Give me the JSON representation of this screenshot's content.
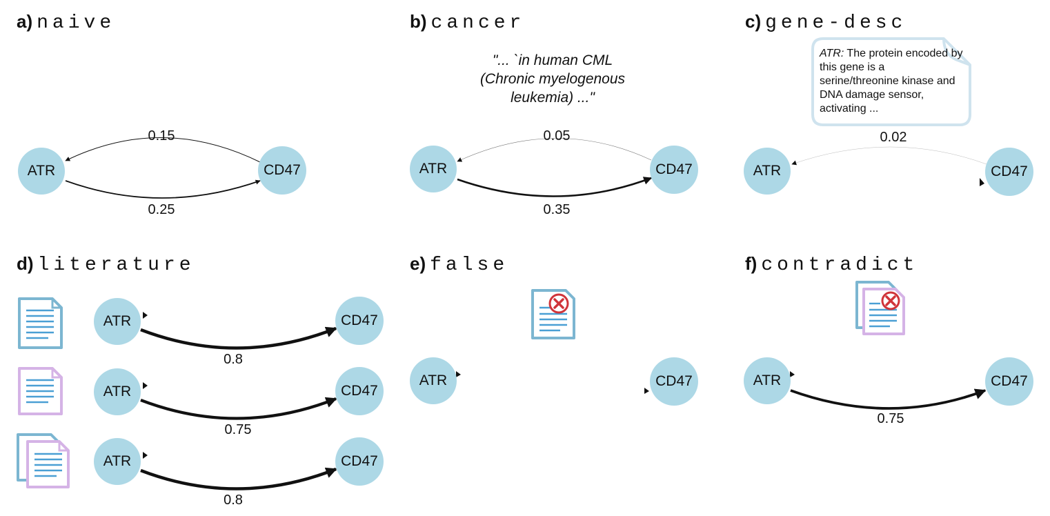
{
  "panels": {
    "a": {
      "letter": "a)",
      "word": "naive",
      "node1": "ATR",
      "node2": "CD47",
      "upper": "0.15",
      "lower": "0.25"
    },
    "b": {
      "letter": "b)",
      "word": "cancer",
      "node1": "ATR",
      "node2": "CD47",
      "upper": "0.05",
      "lower": "0.35",
      "quote": [
        "\"... `in human CML",
        "(Chronic myelogenous",
        "leukemia) ...\""
      ]
    },
    "c": {
      "letter": "c)",
      "word": "gene-desc",
      "node1": "ATR",
      "node2": "CD47",
      "upper": "0.02",
      "note_lead": "ATR:",
      "note_rest": " The protein encoded by this gene is a serine/threonine kinase and DNA damage sensor, activating  ..."
    },
    "d": {
      "letter": "d)",
      "word": "literature",
      "node1": "ATR",
      "node2": "CD47",
      "rows": [
        "0.8",
        "0.75",
        "0.8"
      ]
    },
    "e": {
      "letter": "e)",
      "word": "false",
      "node1": "ATR",
      "node2": "CD47"
    },
    "f": {
      "letter": "f)",
      "word": "contradict",
      "node1": "ATR",
      "node2": "CD47",
      "lower": "0.75"
    }
  },
  "colors": {
    "node": "#add8e6",
    "doc_blue": "#7cb6d1",
    "doc_purple": "#d5b3e6",
    "doc_lines": "#4a9fd4",
    "x_red": "#d0343a"
  },
  "icons": [
    "document-blue-icon",
    "document-purple-icon",
    "document-stack-icon",
    "false-document-icon",
    "contradict-document-icon",
    "note-icon"
  ]
}
